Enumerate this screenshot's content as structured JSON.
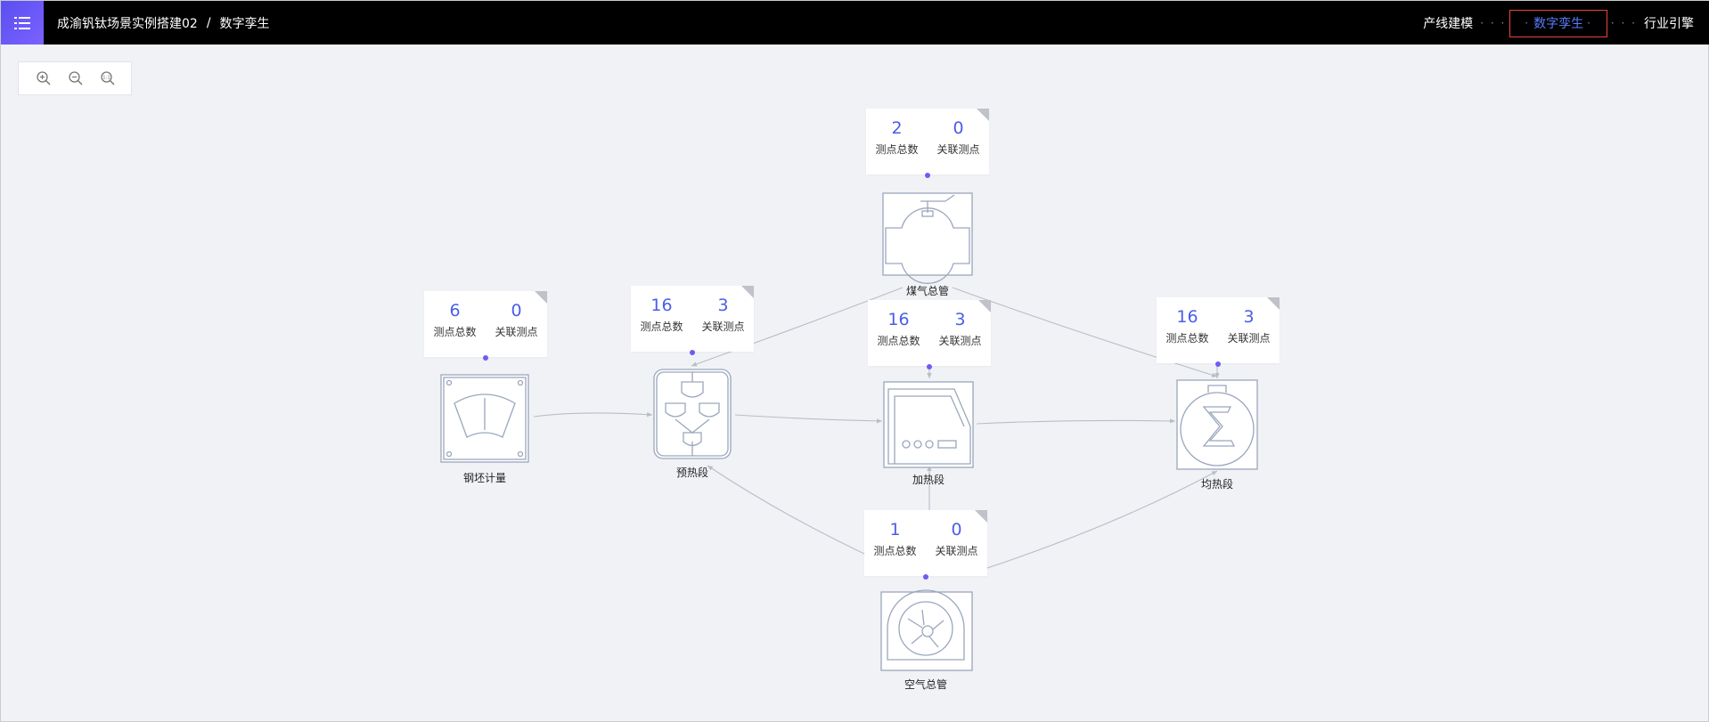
{
  "header": {
    "breadcrumb": [
      "成渝钒钛场景实例搭建02",
      "数字孪生"
    ],
    "breadcrumb_sep": "/",
    "nav": [
      {
        "label": "产线建模",
        "active": false
      },
      {
        "label": "数字孪生",
        "active": true
      },
      {
        "label": "行业引擎",
        "active": false
      }
    ],
    "nav_dots": "· · ·"
  },
  "zoom_tools": [
    "zoom-in-icon",
    "zoom-out-icon",
    "zoom-reset-icon"
  ],
  "colors": {
    "accent": "#4a5ee8",
    "port": "#6c5cf5",
    "edge": "#b9bdc6",
    "equipment_stroke": "#9aa6bd",
    "active_border": "#e8443b"
  },
  "nodes": [
    {
      "id": "gangpi",
      "label": "钢坯计量",
      "icon": "scale-meter-icon",
      "stats": {
        "total": "6",
        "total_label": "测点总数",
        "linked": "0",
        "linked_label": "关联测点"
      }
    },
    {
      "id": "yure",
      "label": "预热段",
      "icon": "preheat-valve-icon",
      "stats": {
        "total": "16",
        "total_label": "测点总数",
        "linked": "3",
        "linked_label": "关联测点"
      }
    },
    {
      "id": "meiqi",
      "label": "煤气总管",
      "icon": "gas-valve-icon",
      "stats": {
        "total": "2",
        "total_label": "测点总数",
        "linked": "0",
        "linked_label": "关联测点"
      }
    },
    {
      "id": "jiare",
      "label": "加热段",
      "icon": "furnace-icon",
      "stats": {
        "total": "16",
        "total_label": "测点总数",
        "linked": "3",
        "linked_label": "关联测点"
      }
    },
    {
      "id": "junre",
      "label": "均热段",
      "icon": "soaking-sigma-icon",
      "stats": {
        "total": "16",
        "total_label": "测点总数",
        "linked": "3",
        "linked_label": "关联测点"
      }
    },
    {
      "id": "kongqi",
      "label": "空气总管",
      "icon": "air-fan-icon",
      "stats": {
        "total": "1",
        "total_label": "测点总数",
        "linked": "0",
        "linked_label": "关联测点"
      }
    }
  ],
  "edges": [
    [
      "gangpi",
      "yure"
    ],
    [
      "yure",
      "jiare"
    ],
    [
      "jiare",
      "junre"
    ],
    [
      "meiqi",
      "yure"
    ],
    [
      "meiqi",
      "junre"
    ],
    [
      "kongqi",
      "yure"
    ],
    [
      "kongqi",
      "jiare"
    ],
    [
      "kongqi",
      "junre"
    ]
  ]
}
